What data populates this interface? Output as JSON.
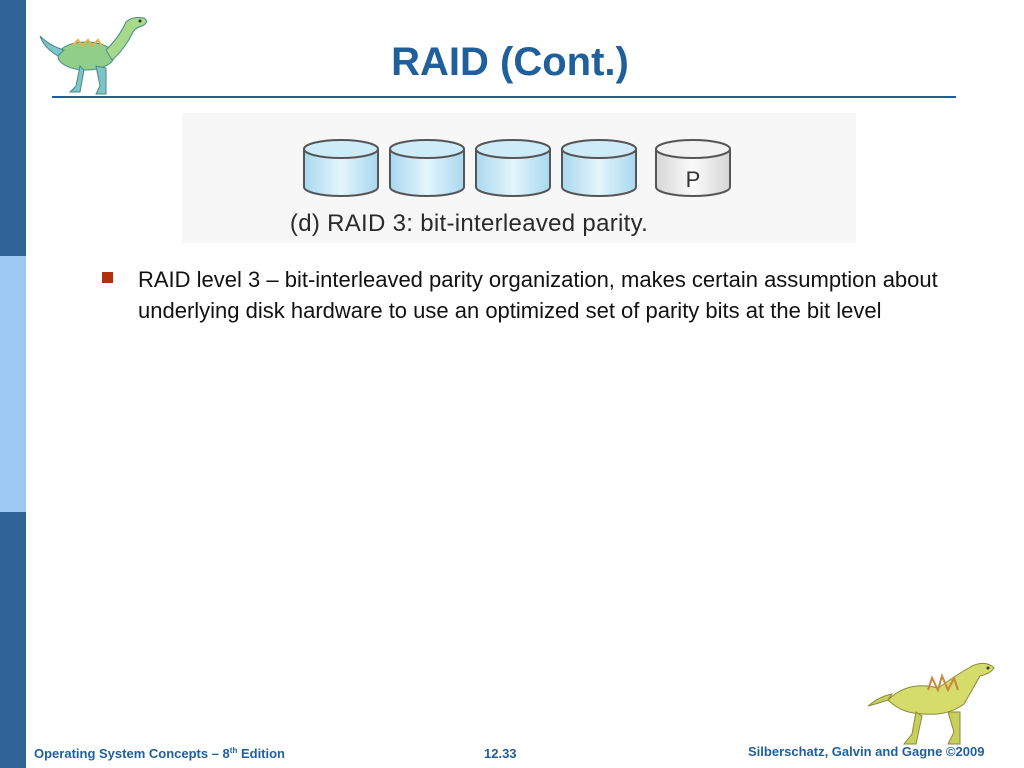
{
  "slide": {
    "title": "RAID (Cont.)",
    "figure": {
      "caption": "(d) RAID 3: bit-interleaved parity.",
      "parity_label": "P",
      "colors": {
        "data_disk": "#c9e9f7",
        "parity_disk": "#eeeeee",
        "outline": "#555555"
      }
    },
    "bullet": "RAID level 3 – bit-interleaved parity organization, makes certain assumption about underlying disk hardware to use an optimized set of parity bits at the bit level"
  },
  "footer": {
    "book_prefix": "Operating System Concepts – 8",
    "book_sup": "th",
    "book_suffix": " Edition",
    "page": "12.33",
    "copyright": "Silberschatz, Galvin and Gagne ©2009"
  },
  "colors": {
    "sidebar": "#2f6396",
    "sidebar_band": "#9ccaf2",
    "title": "#1f5f9c",
    "bullet_marker": "#b0300a"
  },
  "icons": {
    "top_logo": "dinosaur-icon",
    "bottom_logo": "dinosaur-icon"
  }
}
